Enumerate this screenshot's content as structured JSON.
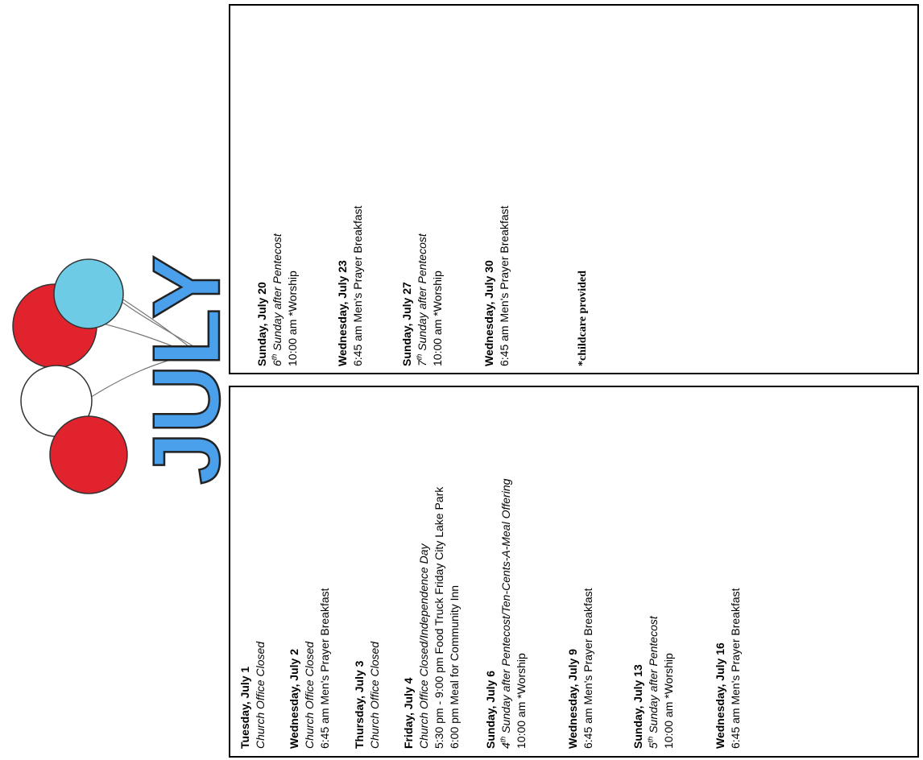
{
  "banner": {
    "title": "JULY"
  },
  "upper": {
    "entries": [
      {
        "date": "Sunday, July 20",
        "ord_num": "6",
        "ord_sup": "th",
        "ord_rest": " Sunday after Pentecost",
        "line": "10:00 am   *Worship"
      },
      {
        "date": "Wednesday, July 23",
        "line": "6:45 am   Men's Prayer Breakfast"
      },
      {
        "date": "Sunday, July 27",
        "ord_num": "7",
        "ord_sup": "th",
        "ord_rest": " Sunday after Pentecost",
        "line": "10:00 am   *Worship"
      },
      {
        "date": "Wednesday, July 30",
        "line": "6:45 am   Men's Prayer Breakfast"
      }
    ],
    "note": "*childcare provided"
  },
  "lower": {
    "entries": [
      {
        "date": "Tuesday, July 1",
        "italic": "Church Office Closed"
      },
      {
        "date": "Wednesday, July 2",
        "italic": "Church Office Closed",
        "line": "6:45 am   Men's Prayer Breakfast"
      },
      {
        "date": "Thursday, July 3",
        "italic": "Church Office Closed"
      },
      {
        "date": "Friday, July 4",
        "italic": "Church Office Closed/Independence Day",
        "line": "5:30 pm - 9:00 pm  Food Truck Friday City Lake Park",
        "line2": "6:00 pm  Meal for Community Inn"
      },
      {
        "date": "Sunday, July 6",
        "ord_num": "4",
        "ord_sup": "th",
        "ord_rest": " Sunday after Pentecost/Ten-Cents-A-Meal Offering",
        "line": "10:00 am *Worship"
      },
      {
        "date": "Wednesday, July 9",
        "line": "6:45 am   Men's Prayer Breakfast"
      },
      {
        "date": "Sunday, July 13",
        "ord_num": "5",
        "ord_sup": "th",
        "ord_rest": "  Sunday after Pentecost",
        "line": "10:00 am   *Worship"
      },
      {
        "date": "Wednesday, July 16",
        "line": "6:45 am   Men's Prayer Breakfast"
      }
    ]
  },
  "colors": {
    "red": "#e0232d",
    "white": "#ffffff",
    "blue": "#6ecbe6",
    "letters": "#4aa0ea"
  }
}
